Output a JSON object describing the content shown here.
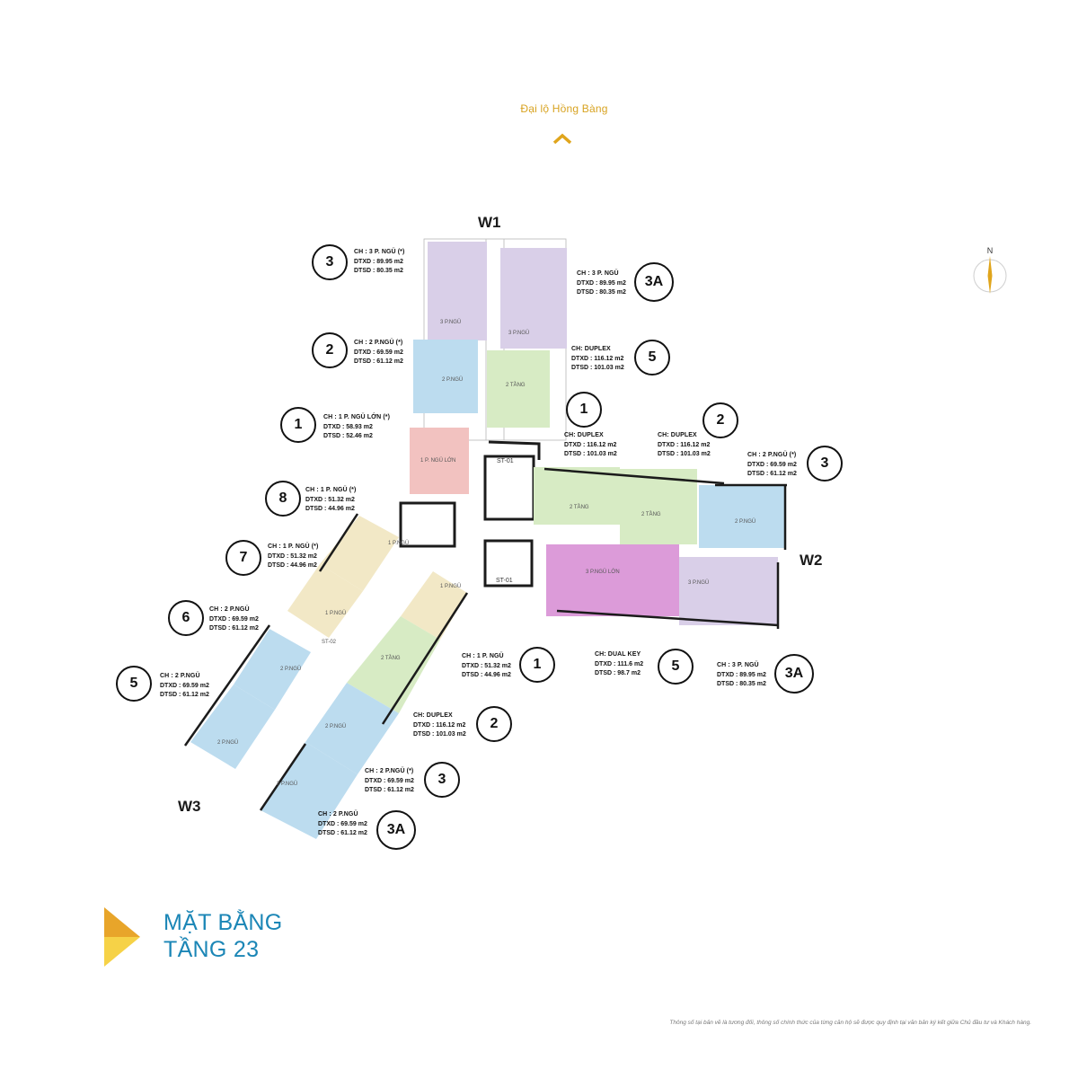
{
  "street": {
    "name": "Đại lộ Hồng Bàng",
    "arrow_icon": "chevron-up-icon",
    "color": "#d8a321"
  },
  "compass": {
    "label": "N"
  },
  "wings": {
    "w1": "W1",
    "w2": "W2",
    "w3": "W3"
  },
  "units": [
    {
      "id": "w1-3",
      "number": "3",
      "type": "CH : 3 P. NGÜ (*)",
      "dtxd": "DTXD : 89.95 m2",
      "dtsd": "DTSD : 80.35 m2"
    },
    {
      "id": "w1-3a",
      "number": "3A",
      "type": "CH : 3 P. NGÜ",
      "dtxd": "DTXD : 89.95 m2",
      "dtsd": "DTSD : 80.35 m2"
    },
    {
      "id": "w1-2",
      "number": "2",
      "type": "CH : 2 P.NGÜ (*)",
      "dtxd": "DTXD : 69.59 m2",
      "dtsd": "DTSD : 61.12 m2"
    },
    {
      "id": "w1-5",
      "number": "5",
      "type": "CH: DUPLEX",
      "dtxd": "DTXD : 116.12 m2",
      "dtsd": "DTSD : 101.03 m2"
    },
    {
      "id": "w1-1",
      "number": "1",
      "type": "CH : 1 P. NGÜ LỚN (*)",
      "dtxd": "DTXD : 58.93 m2",
      "dtsd": "DTSD : 52.46 m2"
    },
    {
      "id": "w2-1",
      "number": "1",
      "type": "CH: DUPLEX",
      "dtxd": "DTXD : 116.12 m2",
      "dtsd": "DTSD : 101.03 m2"
    },
    {
      "id": "w2-2",
      "number": "2",
      "type": "CH: DUPLEX",
      "dtxd": "DTXD : 116.12 m2",
      "dtsd": "DTSD : 101.03 m2"
    },
    {
      "id": "w2-3",
      "number": "3",
      "type": "CH : 2 P.NGÜ (*)",
      "dtxd": "DTXD : 69.59 m2",
      "dtsd": "DTSD : 61.12 m2"
    },
    {
      "id": "w2-5",
      "number": "5",
      "type": "CH: DUAL KEY",
      "dtxd": "DTXD : 111.6 m2",
      "dtsd": "DTSD : 98.7 m2"
    },
    {
      "id": "w2-3a",
      "number": "3A",
      "type": "CH : 3 P. NGÜ",
      "dtxd": "DTXD : 89.95 m2",
      "dtsd": "DTSD : 80.35 m2"
    },
    {
      "id": "w3-8",
      "number": "8",
      "type": "CH : 1 P. NGÜ (*)",
      "dtxd": "DTXD : 51.32 m2",
      "dtsd": "DTSD : 44.96 m2"
    },
    {
      "id": "w3-7",
      "number": "7",
      "type": "CH : 1 P. NGÜ (*)",
      "dtxd": "DTXD : 51.32 m2",
      "dtsd": "DTSD : 44.96 m2"
    },
    {
      "id": "w3-6",
      "number": "6",
      "type": "CH : 2 P.NGÜ",
      "dtxd": "DTXD : 69.59 m2",
      "dtsd": "DTSD : 61.12 m2"
    },
    {
      "id": "w3-5",
      "number": "5",
      "type": "CH : 2 P.NGÜ",
      "dtxd": "DTXD : 69.59 m2",
      "dtsd": "DTSD : 61.12 m2"
    },
    {
      "id": "w3-1",
      "number": "1",
      "type": "CH : 1 P. NGÜ",
      "dtxd": "DTXD : 51.32 m2",
      "dtsd": "DTSD : 44.96 m2"
    },
    {
      "id": "w3-2",
      "number": "2",
      "type": "CH: DUPLEX",
      "dtxd": "DTXD : 116.12 m2",
      "dtsd": "DTSD : 101.03 m2"
    },
    {
      "id": "w3-3",
      "number": "3",
      "type": "CH : 2 P.NGÜ (*)",
      "dtxd": "DTXD : 69.59 m2",
      "dtsd": "DTSD : 61.12 m2"
    },
    {
      "id": "w3-3a",
      "number": "3A",
      "type": "CH : 2 P.NGÜ",
      "dtxd": "DTXD : 69.59 m2",
      "dtsd": "DTSD : 61.12 m2"
    }
  ],
  "room_labels": {
    "r3": "3 P.NGÜ",
    "r2": "2 P.NGÜ",
    "r2tang": "2 TẦNG",
    "r1lon": "1 P. NGÜ LỚN",
    "r3lon": "3 P.NGÜ LỚN",
    "r1": "1 P.NGÜ",
    "st01": "ST-01",
    "st02": "ST-02"
  },
  "title": {
    "line1": "MẶT BẰNG",
    "line2": "TẦNG 23"
  },
  "footnote": "Thông số tại bản vẽ là tương đối, thông số chính thức của từng căn hộ sẽ được quy định tại văn bản ký kết giữa Chủ đầu tư và Khách hàng.",
  "colors": {
    "three_bed": "#d9cfe8",
    "two_bed": "#bcdcef",
    "duplex": "#d7ebc4",
    "one_bed_large": "#f2c2c0",
    "dual_key": "#dc9bd9",
    "one_bed": "#f2e8c6",
    "accent_yellow": "#f3c021",
    "title_blue": "#1b86b6"
  }
}
